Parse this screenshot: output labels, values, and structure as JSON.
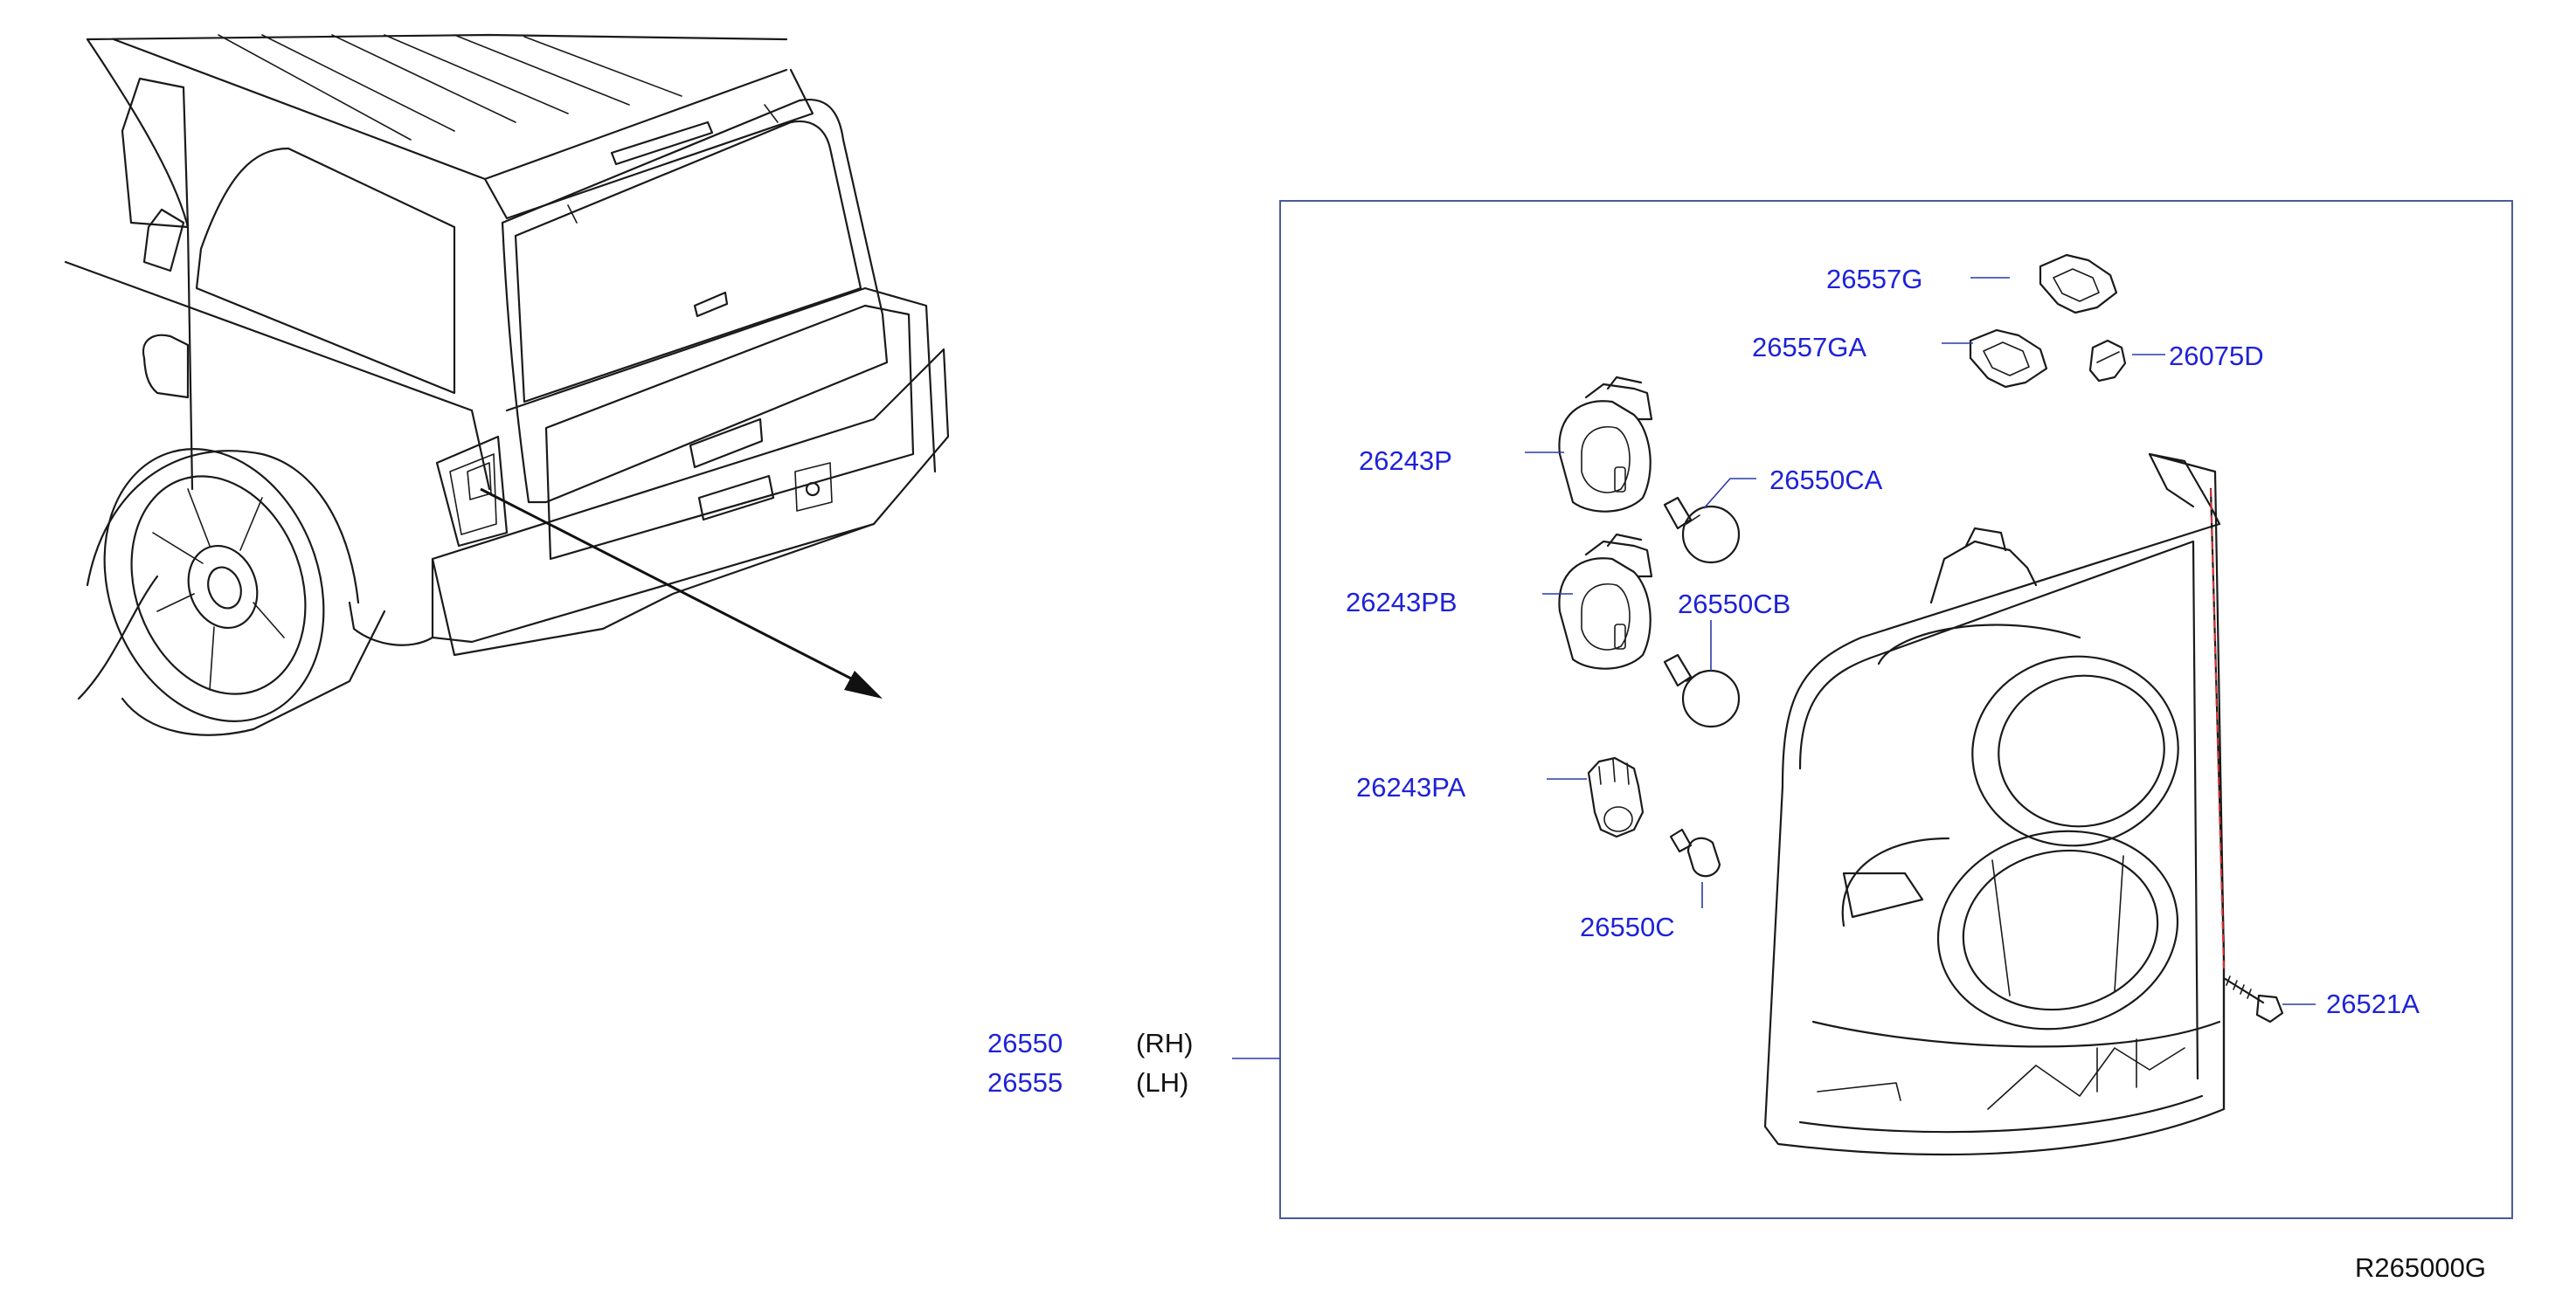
{
  "diagram_code": "R265000G",
  "assembly": {
    "parts": [
      {
        "number": "26550",
        "side": "(RH)"
      },
      {
        "number": "26555",
        "side": "(LH)"
      }
    ]
  },
  "callouts": {
    "p26557G": "26557G",
    "p26557GA": "26557GA",
    "p26075D": "26075D",
    "p26243P": "26243P",
    "p26550CA": "26550CA",
    "p26243PB": "26243PB",
    "p26550CB": "26550CB",
    "p26243PA": "26243PA",
    "p26550C": "26550C",
    "p26521A": "26521A"
  },
  "colors": {
    "callout_text": "#1e22d8",
    "leader_line": "#2a3aa8",
    "frame": "#4a5a9a",
    "line_art": "#1a1a1a",
    "dashed_guide": "#e03030"
  }
}
